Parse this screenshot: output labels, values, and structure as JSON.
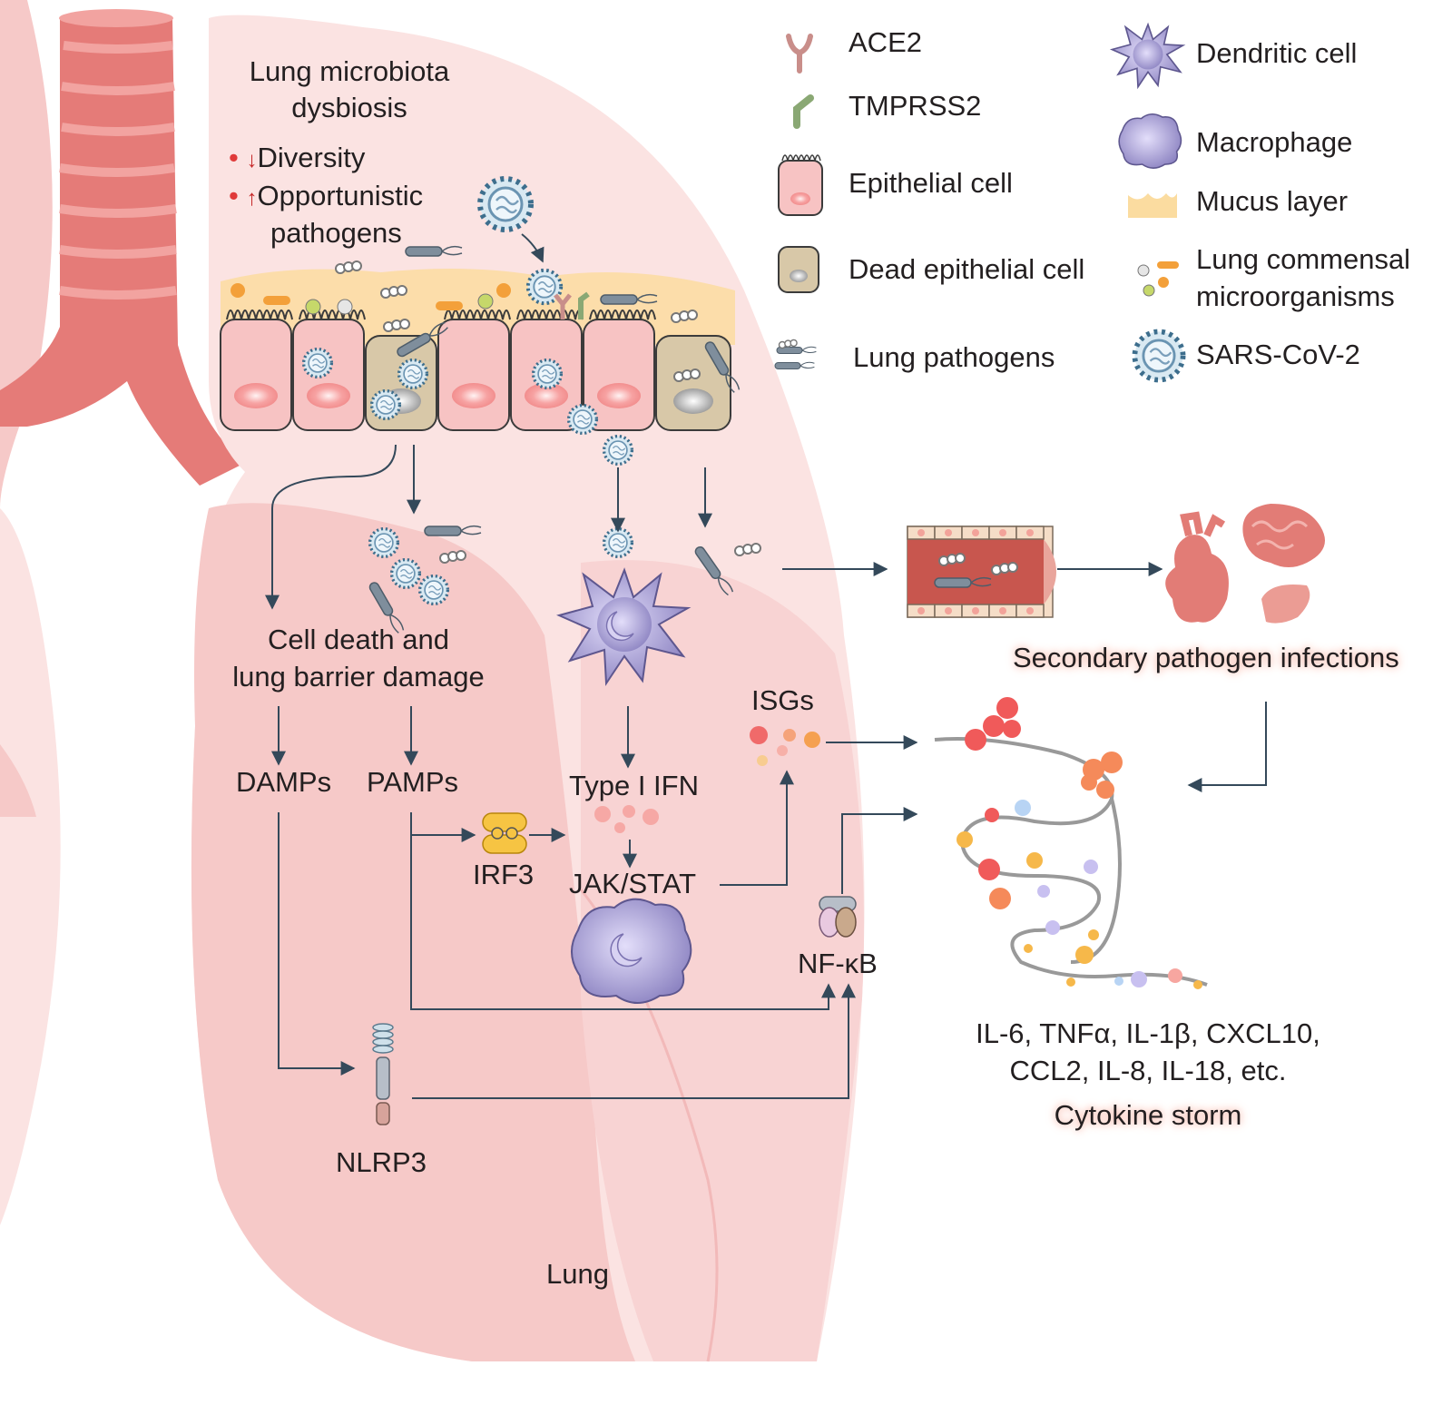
{
  "legend": {
    "ace2": "ACE2",
    "tmprss2": "TMPRSS2",
    "epithelial_cell": "Epithelial cell",
    "dead_epithelial_cell": "Dead epithelial cell",
    "lung_pathogens": "Lung pathogens",
    "dendritic_cell": "Dendritic cell",
    "macrophage": "Macrophage",
    "mucus_layer": "Mucus layer",
    "commensal_line1": "Lung commensal",
    "commensal_line2": "microorganisms",
    "sars_cov2": "SARS-CoV-2"
  },
  "dysbiosis": {
    "title_line1": "Lung microbiota",
    "title_line2": "dysbiosis",
    "bullet1": "Diversity",
    "bullet2_line1": "Opportunistic",
    "bullet2_line2": "pathogens"
  },
  "labels": {
    "cell_death_line1": "Cell death and",
    "cell_death_line2": "lung barrier damage",
    "damps": "DAMPs",
    "pamps": "PAMPs",
    "type1_ifn": "Type I IFN",
    "isgs": "ISGs",
    "irf3": "IRF3",
    "jak_stat": "JAK/STAT",
    "nfkb": "NF-κB",
    "nlrp3": "NLRP3",
    "lung": "Lung",
    "secondary": "Secondary pathogen infections",
    "cytokines_line1": "IL-6, TNFα, IL-1β, CXCL10,",
    "cytokines_line2": "CCL2, IL-8, IL-18, etc.",
    "cytokine_storm": "Cytokine storm"
  },
  "colors": {
    "lung_light": "#fbe3e2",
    "lung_mid": "#f6c9c8",
    "trachea": "#e57b78",
    "arrow": "#34495a",
    "epithelial": "#f7c3c3",
    "dead_cell": "#d8c8a8",
    "mucus": "#fbdca0",
    "dendritic": "#a49bcf"
  }
}
